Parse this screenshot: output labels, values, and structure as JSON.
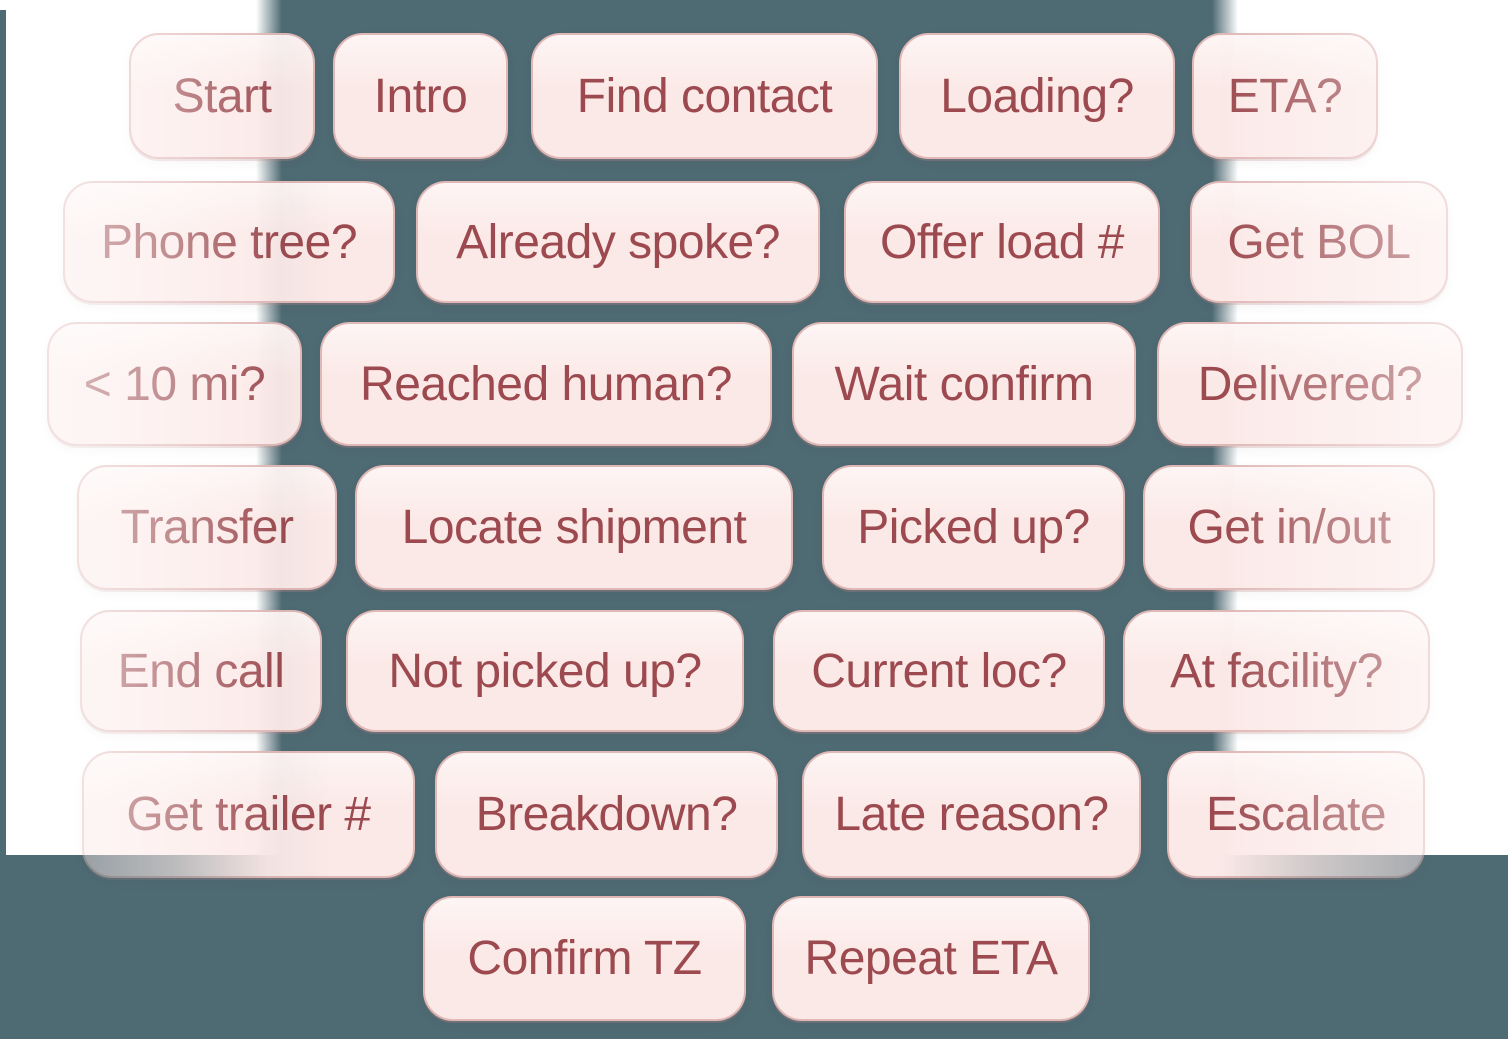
{
  "colors": {
    "background": "#4e6a73",
    "pill_fill": "#fbe9e7",
    "pill_border": "#e0b8b6",
    "pill_text": "#9c4a4f",
    "fade_overlay": "#ffffff"
  },
  "board": {
    "rows": [
      {
        "pills": [
          {
            "label": "Start"
          },
          {
            "label": "Intro"
          },
          {
            "label": "Find contact"
          },
          {
            "label": "Loading?"
          },
          {
            "label": "ETA?"
          }
        ]
      },
      {
        "pills": [
          {
            "label": "Phone tree?"
          },
          {
            "label": "Already spoke?"
          },
          {
            "label": "Offer load #"
          },
          {
            "label": "Get BOL"
          }
        ]
      },
      {
        "pills": [
          {
            "label": "< 10 mi?"
          },
          {
            "label": "Reached human?"
          },
          {
            "label": "Wait confirm"
          },
          {
            "label": "Delivered?"
          }
        ]
      },
      {
        "pills": [
          {
            "label": "Transfer"
          },
          {
            "label": "Locate shipment"
          },
          {
            "label": "Picked up?"
          },
          {
            "label": "Get in/out"
          }
        ]
      },
      {
        "pills": [
          {
            "label": "End call"
          },
          {
            "label": "Not picked up?"
          },
          {
            "label": "Current loc?"
          },
          {
            "label": "At facility?"
          }
        ]
      },
      {
        "pills": [
          {
            "label": "Get trailer #"
          },
          {
            "label": "Breakdown?"
          },
          {
            "label": "Late reason?"
          },
          {
            "label": "Escalate"
          }
        ]
      },
      {
        "pills": [
          {
            "label": "Confirm TZ"
          },
          {
            "label": "Repeat ETA"
          }
        ]
      }
    ]
  }
}
